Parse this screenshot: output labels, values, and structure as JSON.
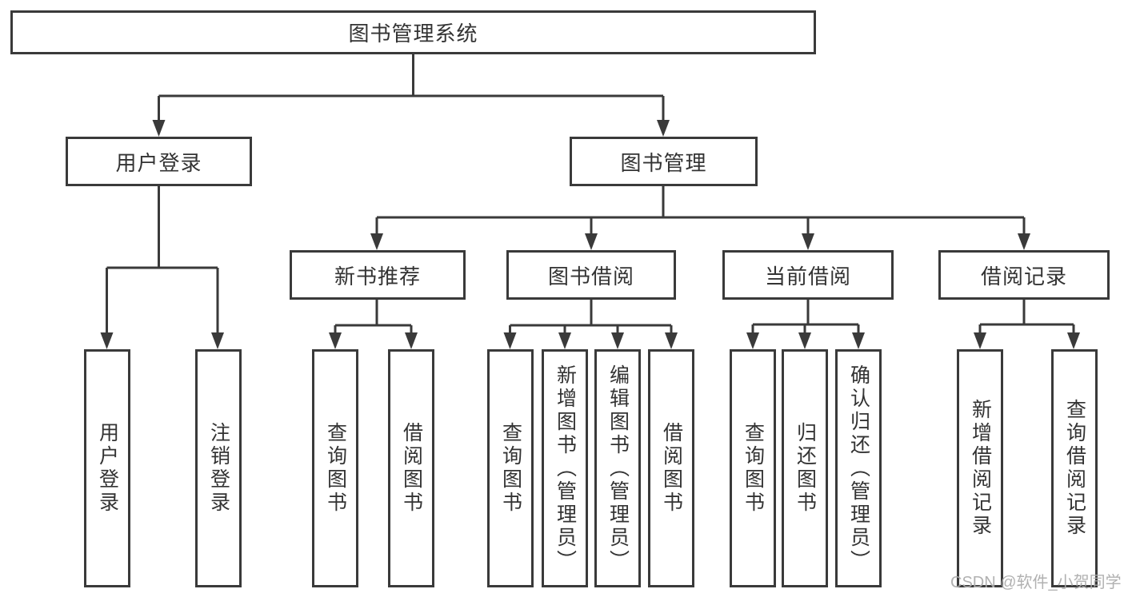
{
  "title": "图书管理系统",
  "watermark": "CSDN @软件_小贺同学",
  "colors": {
    "line": "#3a3a3a",
    "text": "#333333",
    "background": "#ffffff",
    "watermark_text": "#adadad"
  },
  "level1": [
    {
      "label": "用户登录"
    },
    {
      "label": "图书管理"
    }
  ],
  "level2": [
    {
      "label": "新书推荐"
    },
    {
      "label": "图书借阅"
    },
    {
      "label": "当前借阅"
    },
    {
      "label": "借阅记录"
    }
  ],
  "leaves": {
    "user": [
      "用户登录",
      "注销登录"
    ],
    "newbook": [
      "查询图书",
      "借阅图书"
    ],
    "borrow": [
      "查询图书",
      "新增图书（管理员）",
      "编辑图书（管理员）",
      "借阅图书"
    ],
    "current": [
      "查询图书",
      "归还图书",
      "确认归还（管理员）"
    ],
    "record": [
      "新增借阅记录",
      "查询借阅记录"
    ]
  }
}
